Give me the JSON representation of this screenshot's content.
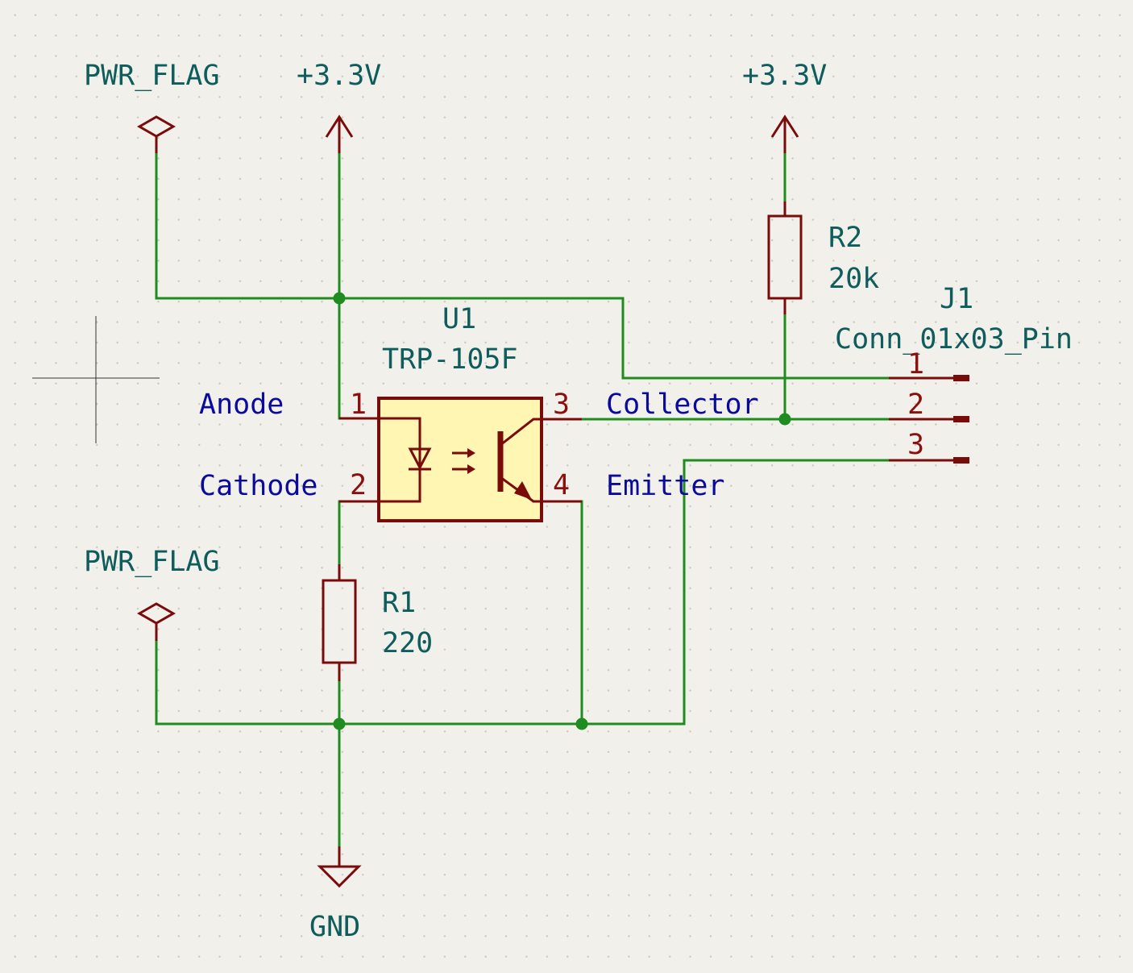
{
  "symbols": {
    "pwr_flag_top": "PWR_FLAG",
    "pwr_flag_bottom": "PWR_FLAG",
    "vcc_left": "+3.3V",
    "vcc_right": "+3.3V",
    "gnd": "GND"
  },
  "u1": {
    "ref": "U1",
    "value": "TRP-105F",
    "pins": [
      {
        "num": "1",
        "name": "Anode"
      },
      {
        "num": "2",
        "name": "Cathode"
      },
      {
        "num": "3",
        "name": "Collector"
      },
      {
        "num": "4",
        "name": "Emitter"
      }
    ]
  },
  "r1": {
    "ref": "R1",
    "value": "220"
  },
  "r2": {
    "ref": "R2",
    "value": "20k"
  },
  "j1": {
    "ref": "J1",
    "value": "Conn_01x03_Pin",
    "pins": [
      "1",
      "2",
      "3"
    ]
  },
  "colors": {
    "wire": "#1f8c1f",
    "symbol": "#7a0b0b",
    "body_fill": "#fff6b3",
    "pin_name": "#0a0a9c",
    "reference": "#0f5c5c",
    "background": "#f2f0ea"
  }
}
